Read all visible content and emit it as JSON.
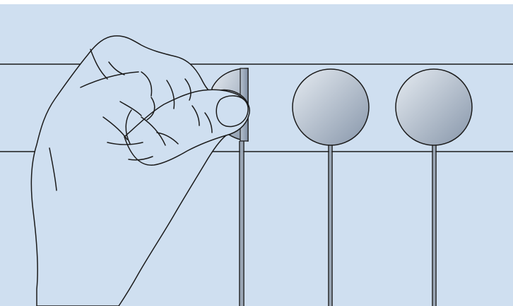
{
  "illustration": {
    "background_color": "#cfdff0",
    "line_color": "#1b1b1b",
    "disc_gradient": [
      "#e6ecf2",
      "#8796aa"
    ],
    "hand_fill": "#cfdff0",
    "objects": {
      "rails": 2,
      "stick_discs": 3,
      "hand": "hand-pressing-disc"
    }
  }
}
